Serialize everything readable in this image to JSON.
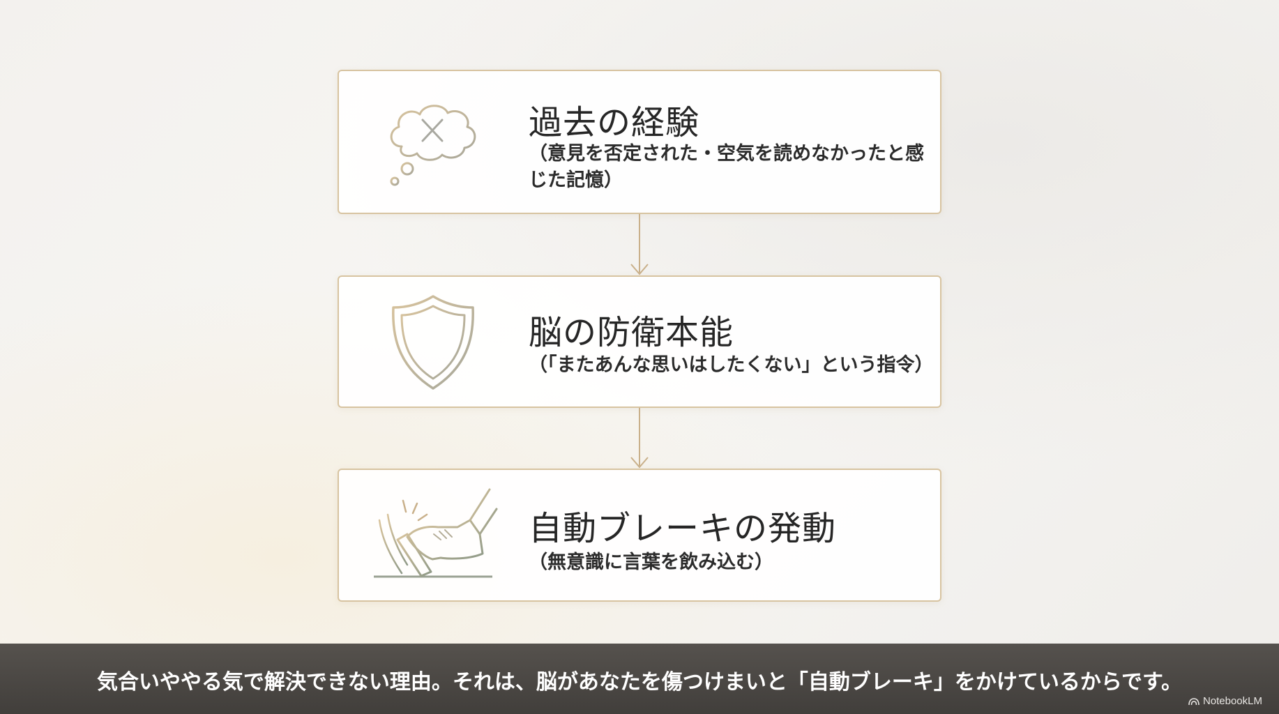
{
  "steps": [
    {
      "title": "過去の経験",
      "desc": "（意見を否定された・空気を読めなかったと感じた記憶）",
      "icon": "thought-cloud-x-icon"
    },
    {
      "title": "脳の防衛本能",
      "desc": "（「またあんな思いはしたくない」という指令）",
      "icon": "shield-icon"
    },
    {
      "title": "自動ブレーキの発動",
      "desc": "（無意識に言葉を飲み込む）",
      "icon": "foot-brake-icon"
    }
  ],
  "caption": "気合いややる気で解決できない理由。それは、脳があなたを傷つけまいと「自動ブレーキ」をかけているからです。",
  "brand": "NotebookLM",
  "colors": {
    "card_border": "#d7c3a0",
    "arrow": "#c9b08a",
    "icon_stroke": "#c4ab82",
    "caption_bg": "#45413d"
  }
}
